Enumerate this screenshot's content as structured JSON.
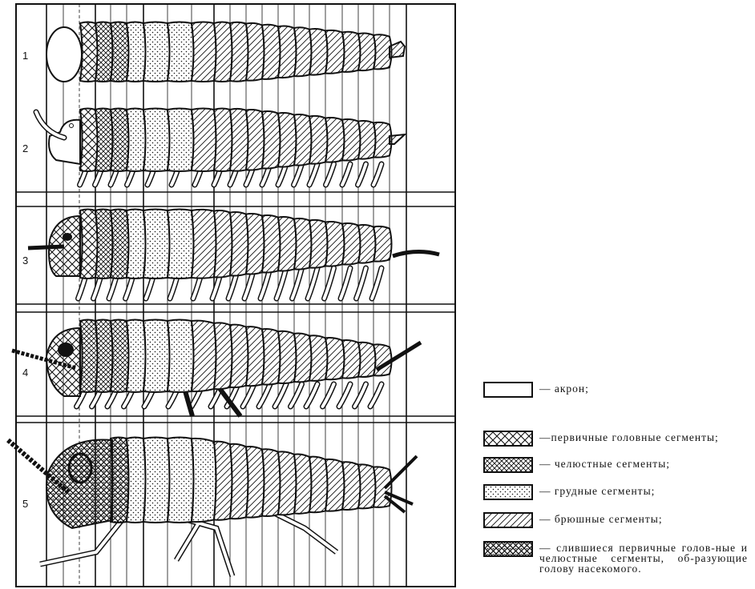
{
  "rows": [
    {
      "label": "1"
    },
    {
      "label": "2"
    },
    {
      "label": "3"
    },
    {
      "label": "4"
    },
    {
      "label": "5"
    }
  ],
  "legend": [
    {
      "pattern": "blank",
      "text": "— акрон;"
    },
    {
      "pattern": "primary",
      "text": "—первичные головные сегменты;"
    },
    {
      "pattern": "maxillary",
      "text": "— челюстные сегменты;"
    },
    {
      "pattern": "thoracic",
      "text": "— грудные сегменты;"
    },
    {
      "pattern": "abdominal",
      "text": "— брюшные сегменты;"
    },
    {
      "pattern": "fused",
      "text": "— слившиеся первичные голов-ные и челюстные сегменты, об-разующие голову насекомого."
    }
  ],
  "colors": {
    "ink": "#111111",
    "paper": "#ffffff"
  }
}
